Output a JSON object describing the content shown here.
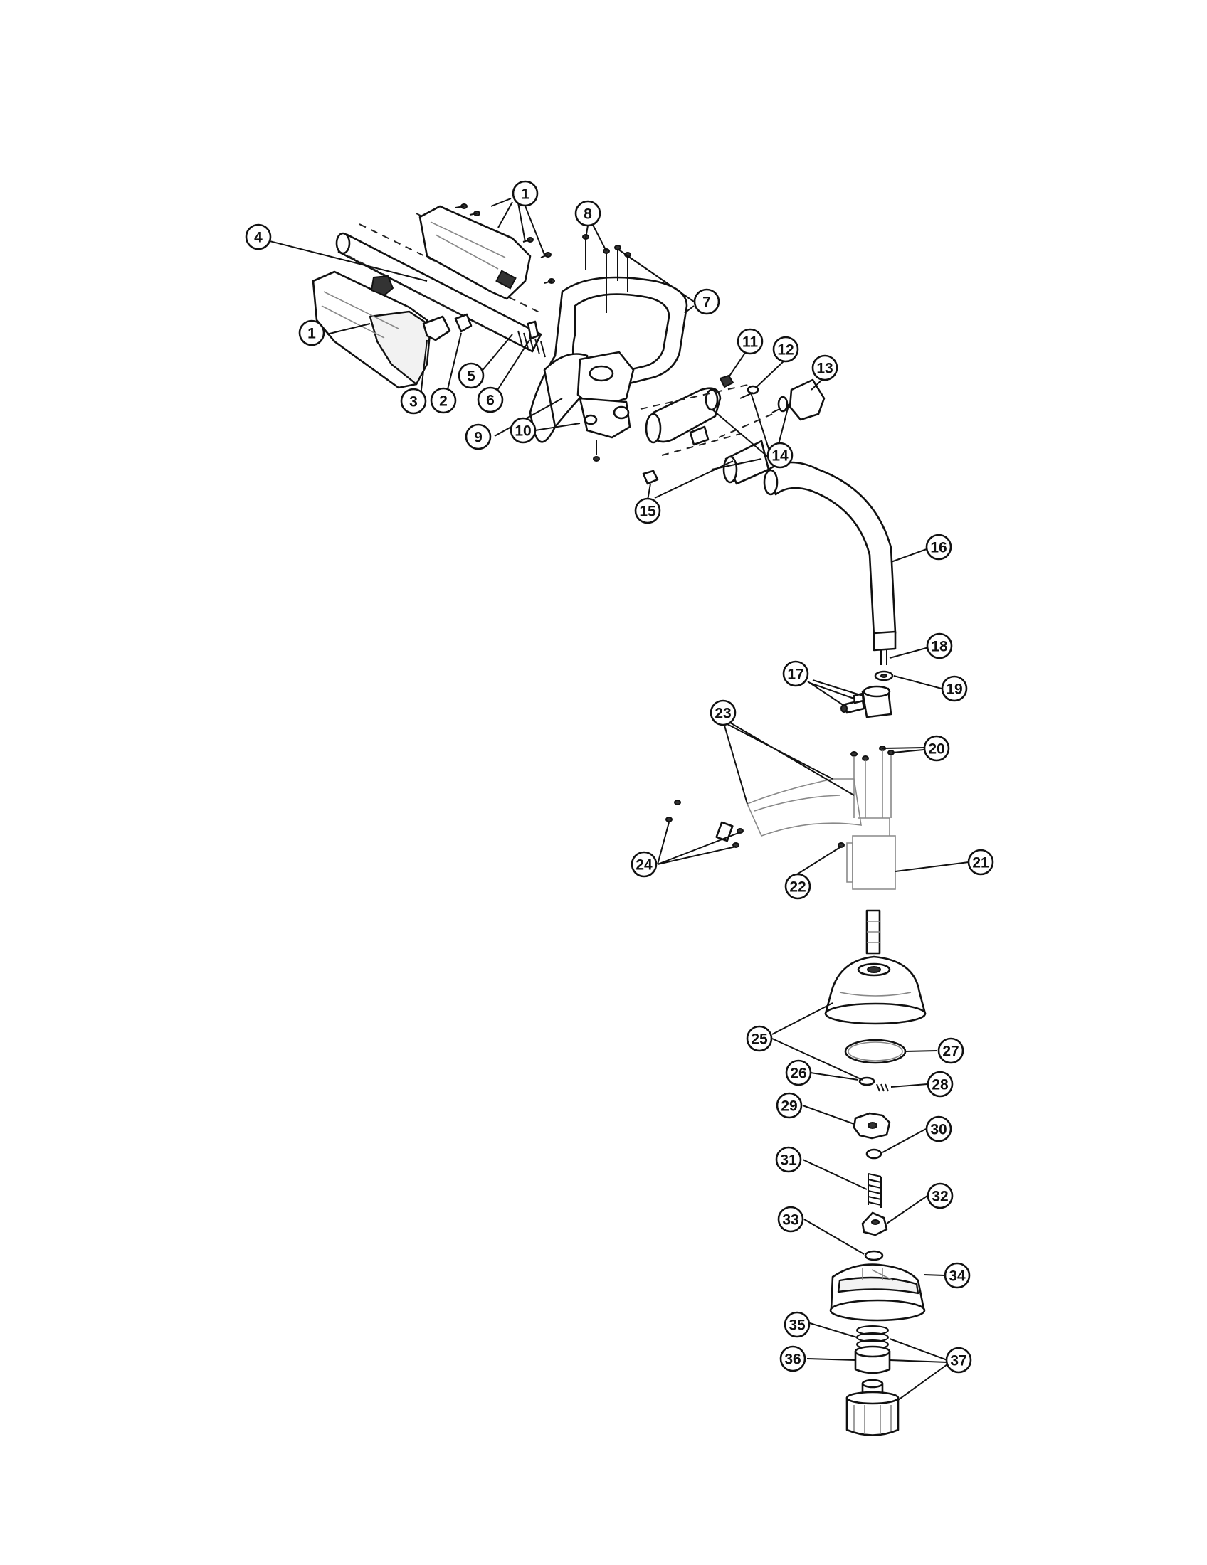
{
  "callouts": [
    {
      "label": "1"
    },
    {
      "label": "1"
    },
    {
      "label": "2"
    },
    {
      "label": "3"
    },
    {
      "label": "4"
    },
    {
      "label": "5"
    },
    {
      "label": "6"
    },
    {
      "label": "7"
    },
    {
      "label": "8"
    },
    {
      "label": "9"
    },
    {
      "label": "10"
    },
    {
      "label": "11"
    },
    {
      "label": "12"
    },
    {
      "label": "13"
    },
    {
      "label": "14"
    },
    {
      "label": "15"
    },
    {
      "label": "16"
    },
    {
      "label": "17"
    },
    {
      "label": "18"
    },
    {
      "label": "19"
    },
    {
      "label": "20"
    },
    {
      "label": "21"
    },
    {
      "label": "22"
    },
    {
      "label": "23"
    },
    {
      "label": "24"
    },
    {
      "label": "25"
    },
    {
      "label": "26"
    },
    {
      "label": "27"
    },
    {
      "label": "28"
    },
    {
      "label": "29"
    },
    {
      "label": "30"
    },
    {
      "label": "31"
    },
    {
      "label": "32"
    },
    {
      "label": "33"
    },
    {
      "label": "34"
    },
    {
      "label": "35"
    },
    {
      "label": "36"
    },
    {
      "label": "37"
    }
  ]
}
